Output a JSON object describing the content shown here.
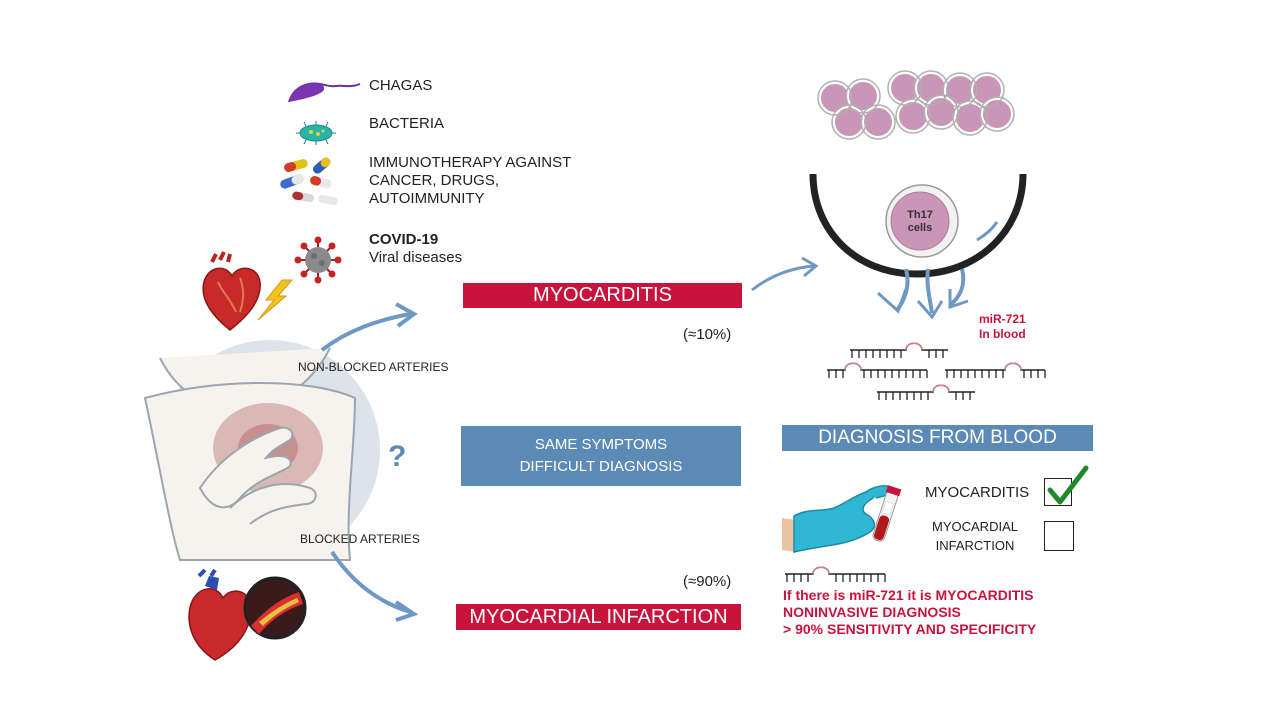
{
  "causes": [
    {
      "icon": "parasite-icon",
      "lines": [
        "CHAGAS"
      ]
    },
    {
      "icon": "bacteria-icon",
      "lines": [
        "BACTERIA"
      ]
    },
    {
      "icon": "pills-icon",
      "lines": [
        "IMMUNOTHERAPY  AGAINST",
        "CANCER, DRUGS,",
        "AUTOIMMUNITY"
      ]
    },
    {
      "icon": "virus-icon",
      "title": "COVID-19",
      "lines": [
        "Viral diseases"
      ]
    }
  ],
  "paths": {
    "upper_label": "NON-BLOCKED ARTERIES",
    "lower_label": "BLOCKED ARTERIES",
    "question_mark": "?"
  },
  "outcomes": {
    "myocarditis": "MYOCARDITIS",
    "myocarditis_pct": "(≈10%)",
    "symptoms_line1": "SAME SYMPTOMS",
    "symptoms_line2": "DIFFICULT DIAGNOSIS",
    "infarction": "MYOCARDIAL INFARCTION",
    "infarction_pct": "(≈90%)"
  },
  "mechanism": {
    "cell_label_line1": "Th17",
    "cell_label_line2": "cells",
    "mirna_line1": "miR-721",
    "mirna_line2": "In blood"
  },
  "diagnosis": {
    "title": "DIAGNOSIS FROM BLOOD",
    "option1": "MYOCARDITIS",
    "option1_checked": true,
    "option2_line1": "MYOCARDIAL",
    "option2_line2": "INFARCTION",
    "option2_checked": false,
    "conclusion": [
      "If there is miR-721 it is MYOCARDITIS",
      "NONINVASIVE DIAGNOSIS",
      "> 90%  SENSITIVITY AND SPECIFICITY"
    ]
  },
  "colors": {
    "accent_red": "#c8143c",
    "accent_blue": "#5b8ab7",
    "arrow_blue": "#6e99c4",
    "cell_pink": "#c996b8",
    "check_green": "#1f8a2a"
  }
}
